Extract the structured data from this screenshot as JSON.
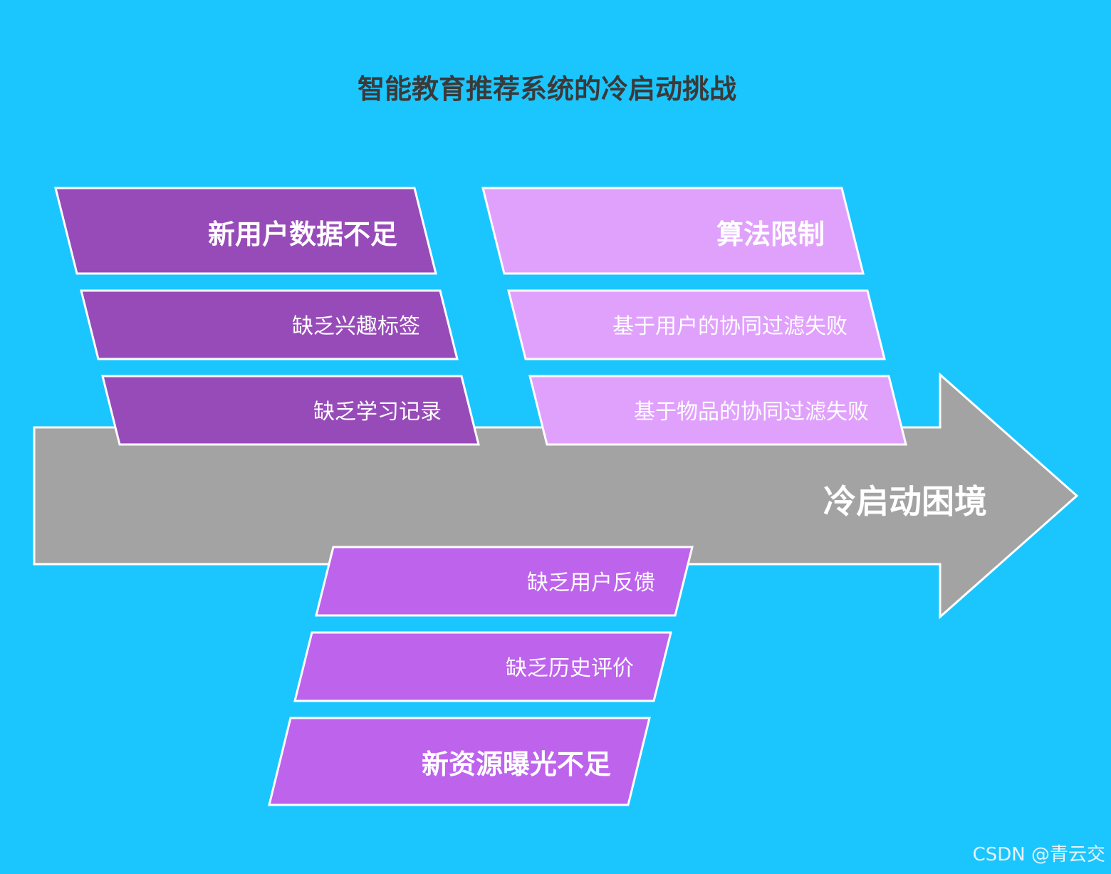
{
  "colors": {
    "background": "#1bc6fe",
    "title_text": "#3a3a3a",
    "arrow_fill": "#a3a3a3",
    "outline": "#ffffff",
    "label_text": "#ffffff",
    "group_user": "#974bb8",
    "group_algorithm": "#e0a1fc",
    "group_resource": "#bd63ec",
    "watermark": "#e8f2f8"
  },
  "title": "智能教育推荐系统的冷启动挑战",
  "spine": {
    "label": "冷启动困境"
  },
  "groups": {
    "new_user": {
      "title": "新用户数据不足",
      "causes": [
        "缺乏兴趣标签",
        "缺乏学习记录"
      ]
    },
    "algorithm": {
      "title": "算法限制",
      "causes": [
        "基于用户的协同过滤失败",
        "基于物品的协同过滤失败"
      ]
    },
    "new_resource": {
      "title": "新资源曝光不足",
      "causes": [
        "缺乏用户反馈",
        "缺乏历史评价"
      ]
    }
  },
  "watermark": "CSDN @青云交"
}
